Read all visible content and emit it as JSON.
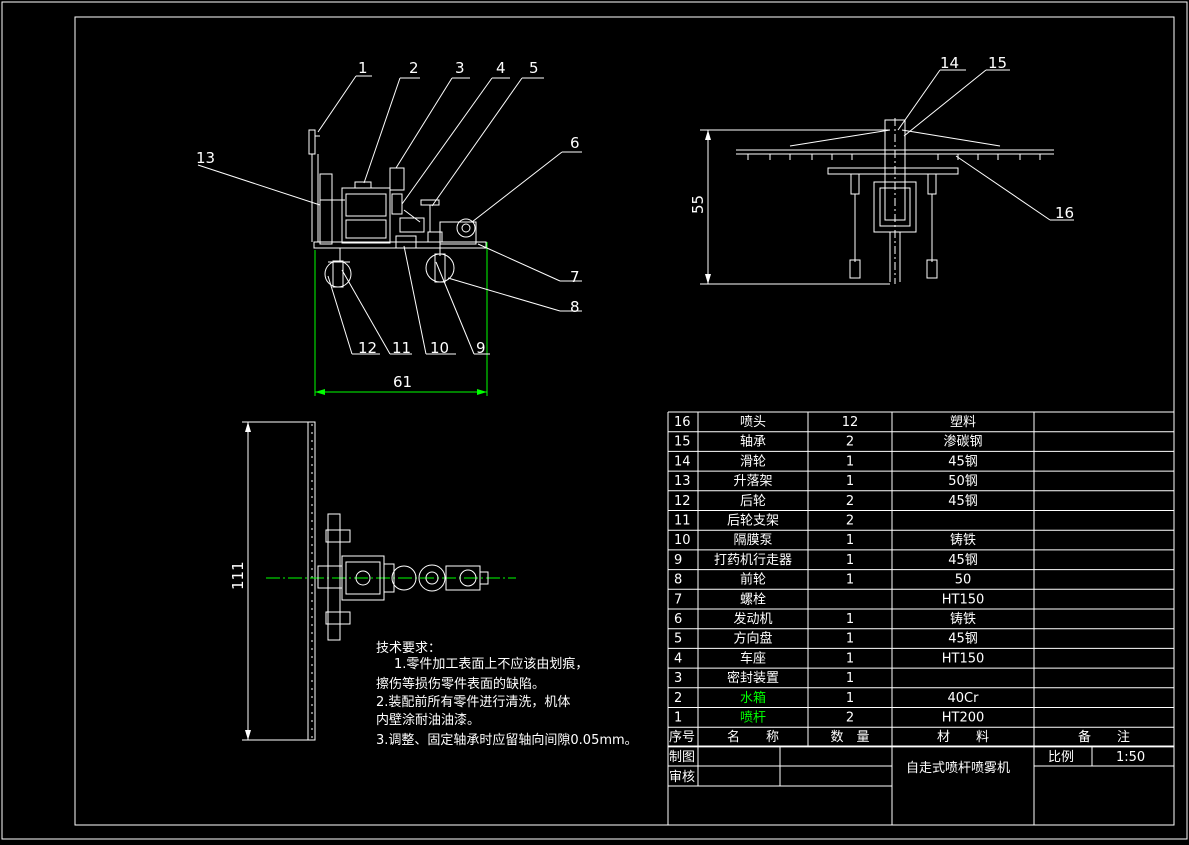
{
  "colors": {
    "background": "#000000",
    "line": "#ffffff",
    "dimension": "#00ff00"
  },
  "callouts_left": [
    "1",
    "2",
    "3",
    "4",
    "5",
    "6",
    "7",
    "8",
    "9",
    "10",
    "11",
    "12",
    "13"
  ],
  "callouts_right": [
    "14",
    "15",
    "16"
  ],
  "dims": {
    "front_width": "61",
    "side_height": "55",
    "top_length": "111"
  },
  "tech": {
    "title": "技术要求：",
    "lines": [
      "1.零件加工表面上不应该由划痕，",
      "擦伤等损伤零件表面的缺陷。",
      "2.装配前所有零件进行清洗，机体",
      "内壁涂耐油油漆。",
      "3.调整、固定轴承时应留轴向间隙0.05mm。"
    ]
  },
  "bom": {
    "rows": [
      {
        "no": "16",
        "name": "喷头",
        "qty": "12",
        "material": "塑料",
        "note": ""
      },
      {
        "no": "15",
        "name": "轴承",
        "qty": "2",
        "material": "渗碳钢",
        "note": ""
      },
      {
        "no": "14",
        "name": "滑轮",
        "qty": "1",
        "material": "45钢",
        "note": ""
      },
      {
        "no": "13",
        "name": "升落架",
        "qty": "1",
        "material": "50钢",
        "note": ""
      },
      {
        "no": "12",
        "name": "后轮",
        "qty": "2",
        "material": "45钢",
        "note": ""
      },
      {
        "no": "11",
        "name": "后轮支架",
        "qty": "2",
        "material": "",
        "note": ""
      },
      {
        "no": "10",
        "name": "隔膜泵",
        "qty": "1",
        "material": "铸铁",
        "note": ""
      },
      {
        "no": "9",
        "name": "打药机行走器",
        "qty": "1",
        "material": "45钢",
        "note": ""
      },
      {
        "no": "8",
        "name": "前轮",
        "qty": "1",
        "material": "50",
        "note": ""
      },
      {
        "no": "7",
        "name": "螺栓",
        "qty": "",
        "material": "HT150",
        "note": ""
      },
      {
        "no": "6",
        "name": "发动机",
        "qty": "1",
        "material": "铸铁",
        "note": ""
      },
      {
        "no": "5",
        "name": "方向盘",
        "qty": "1",
        "material": "45钢",
        "note": ""
      },
      {
        "no": "4",
        "name": "车座",
        "qty": "1",
        "material": "HT150",
        "note": ""
      },
      {
        "no": "3",
        "name": "密封装置",
        "qty": "1",
        "material": "",
        "note": ""
      },
      {
        "no": "2",
        "name": "水箱",
        "qty": "1",
        "material": "40Cr",
        "note": ""
      },
      {
        "no": "1",
        "name": "喷杆",
        "qty": "2",
        "material": "HT200",
        "note": ""
      }
    ],
    "header": {
      "no": "序号",
      "name": "名　　称",
      "qty": "数　量",
      "material": "材　　料",
      "note": "备　　注"
    }
  },
  "title_block": {
    "drawn_label": "制图",
    "checked_label": "审核",
    "drawing_title": "自走式喷杆喷雾机",
    "scale_label": "比例",
    "scale_value": "1:50"
  }
}
